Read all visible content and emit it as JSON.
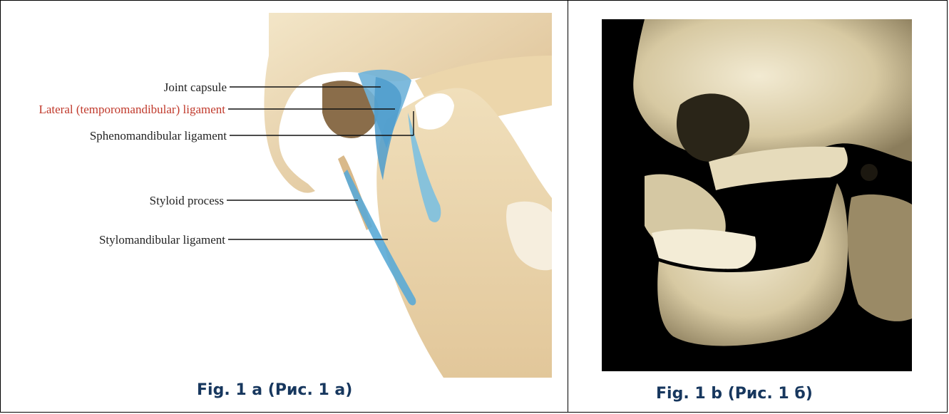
{
  "figure_a": {
    "labels": {
      "joint_capsule": "Joint capsule",
      "lateral_ligament": "Lateral (temporomandibular) ligament",
      "sphenomandibular": "Sphenomandibular ligament",
      "styloid_process": "Styloid process",
      "stylomandibular": "Stylomandibular ligament"
    },
    "caption": "Fig. 1 a (Рис. 1 а)"
  },
  "figure_b": {
    "caption": "Fig. 1 b (Рис. 1 б)"
  },
  "colors": {
    "caption": "#17375e",
    "highlight_label": "#c0392b",
    "ligament": "#6fb3d9",
    "bone": "#e8d4ad"
  }
}
